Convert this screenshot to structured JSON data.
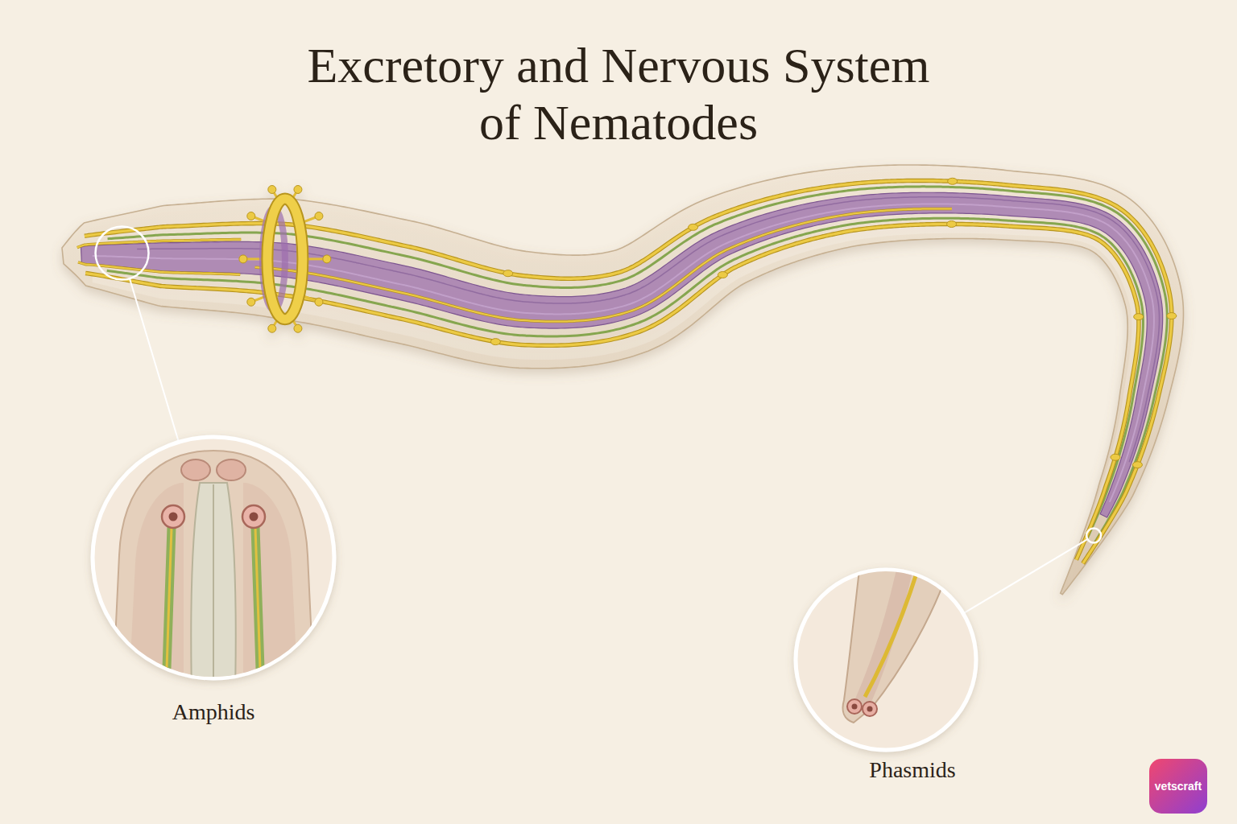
{
  "diagram": {
    "title": "Excretory and Nervous System of Nematodes",
    "labels": [
      "Amphids",
      "Phasmids",
      "vetscraft"
    ]
  }
}
